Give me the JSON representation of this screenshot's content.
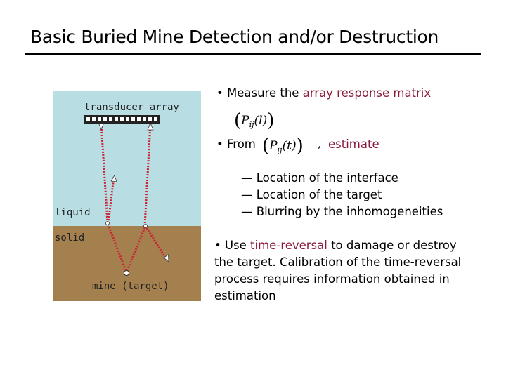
{
  "title": "Basic Buried Mine Detection and/or Destruction",
  "diagram": {
    "transducer_label": "transducer array",
    "liquid_label": "liquid",
    "solid_label": "solid",
    "target_label": "mine (target)",
    "colors": {
      "liquid": "#b8dde2",
      "solid": "#a4804f",
      "ray": "#cc2233",
      "array": "#222222"
    }
  },
  "bullets": {
    "measure_prefix": "• Measure the ",
    "measure_highlight": "array response matrix",
    "matrix_symbol": {
      "paren_open": "(",
      "base": "P",
      "sub": "ij",
      "arg": "(l)",
      "paren_close": ")"
    },
    "from_prefix": "• From",
    "time_symbol": {
      "paren_open": "(",
      "base": "P",
      "sub": "ij",
      "arg": "(t)",
      "paren_close": ")"
    },
    "comma": ",",
    "estimate": "estimate",
    "subitems": [
      "— Location of the interface",
      "— Location of the target",
      "— Blurring by the inhomogeneities"
    ],
    "use_prefix": "• Use ",
    "use_highlight": "time-reversal",
    "use_rest": " to damage or destroy the target. Calibration of the time-reversal process requires information obtained in estimation"
  }
}
